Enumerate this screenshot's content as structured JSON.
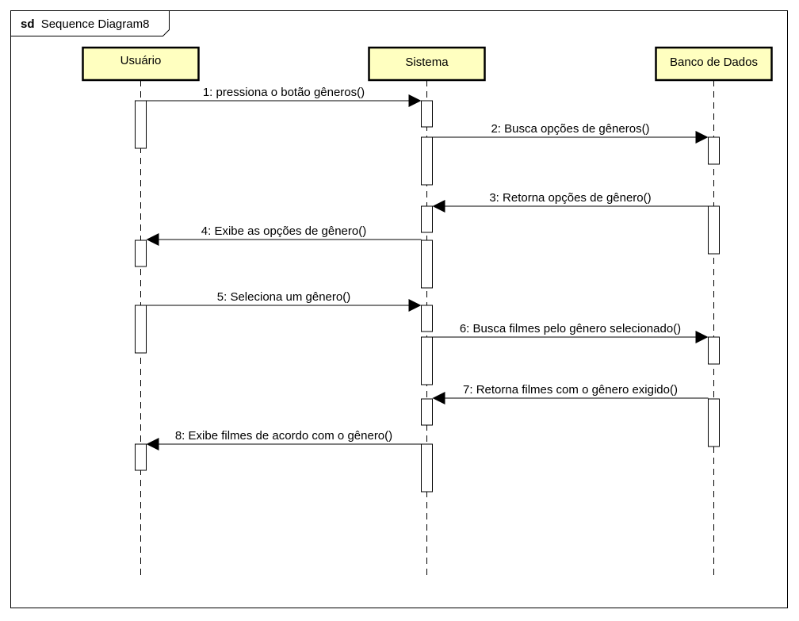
{
  "frame": {
    "keyword": "sd",
    "name": "Sequence Diagram8"
  },
  "lifelines": [
    {
      "id": "usuario",
      "label": "Usuário"
    },
    {
      "id": "sistema",
      "label": "Sistema"
    },
    {
      "id": "banco",
      "label": "Banco de Dados"
    }
  ],
  "messages": [
    {
      "label": "1: pressiona o botão gêneros()",
      "from": "usuario",
      "to": "sistema"
    },
    {
      "label": "2: Busca opções de gêneros()",
      "from": "sistema",
      "to": "banco"
    },
    {
      "label": "3: Retorna opções de gênero()",
      "from": "banco",
      "to": "sistema"
    },
    {
      "label": "4: Exibe as opções de gênero()",
      "from": "sistema",
      "to": "usuario"
    },
    {
      "label": "5: Seleciona um gênero()",
      "from": "usuario",
      "to": "sistema"
    },
    {
      "label": "6: Busca filmes pelo gênero selecionado()",
      "from": "sistema",
      "to": "banco"
    },
    {
      "label": "7: Retorna filmes com o gênero exigido()",
      "from": "banco",
      "to": "sistema"
    },
    {
      "label": "8: Exibe filmes de acordo com o gênero()",
      "from": "sistema",
      "to": "usuario"
    }
  ],
  "colors": {
    "lifeline_fill": "#FFFFC0",
    "stroke": "#000000",
    "background": "#FFFFFF"
  }
}
